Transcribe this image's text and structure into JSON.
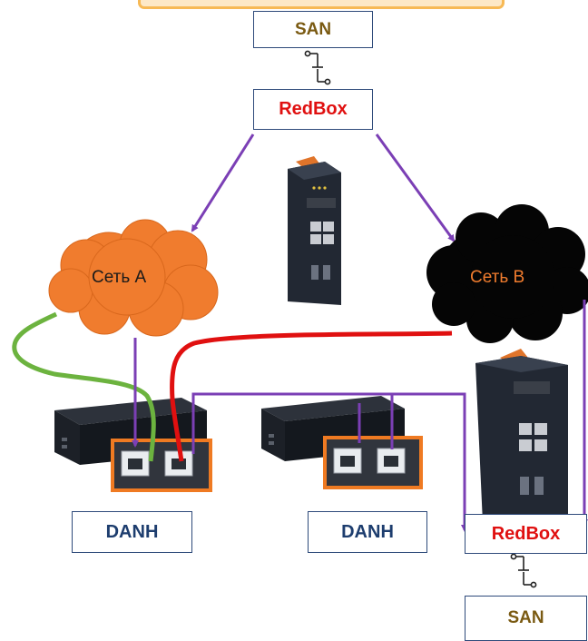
{
  "labels": {
    "san_top": "SAN",
    "redbox_top": "RedBox",
    "net_a": "Сеть А",
    "net_b": "Сеть В",
    "danh_left": "DANH",
    "danh_mid": "DANH",
    "redbox_right": "RedBox",
    "san_bottom": "SAN"
  },
  "colors": {
    "link_purple": "#7b3fb5",
    "link_red": "#e01010",
    "link_green": "#6cb33f",
    "cloud_a": "#f07c2e",
    "cloud_b": "#050505",
    "frame_orange": "#ef7a22",
    "top_banner": "#f7b955"
  }
}
